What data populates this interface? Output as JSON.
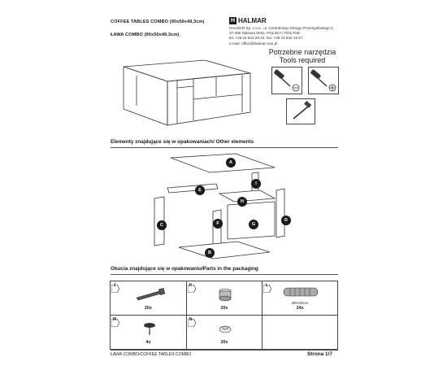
{
  "header": {
    "title_en": "COFFEE TABLES COMBO (90x50x49,3cm)",
    "title_pl": "ŁAWA COMBO (90x50x49,3cm)",
    "brand": "HALMAR",
    "brand_logo_letter": "H",
    "address_lines": [
      "HALMAR Sp. z o.o., ul. Centralnego Okręgu Przemysłowego 2,",
      "37-450 Stalowa Wola, POLSKA / POLAND",
      "tel. +48 15 843 28 10, fax: +48 15 842 19 57,",
      "e-mail: office@halmar.com.pl"
    ]
  },
  "tools": {
    "title_pl": "Potrzebne narzędzia",
    "title_en": "Tools required",
    "items": [
      {
        "icon": "flat-screwdriver-icon"
      },
      {
        "icon": "phillips-screwdriver-icon"
      },
      {
        "icon": "hammer-icon"
      }
    ]
  },
  "elements_section": {
    "title": "Elementy znajdujące się w opakowaniach/ Other elements",
    "labels": [
      "A",
      "B",
      "C",
      "D",
      "E",
      "F",
      "G",
      "H",
      "I"
    ]
  },
  "parts_section": {
    "title": "Okucia znajdujące się w opakowaniu/Parts in the packaging",
    "parts": [
      {
        "letter": "J",
        "qty": "20x",
        "icon": "cam-bolt-icon"
      },
      {
        "letter": "K",
        "qty": "20x",
        "icon": "cam-lock-icon"
      },
      {
        "letter": "L",
        "qty": "24x",
        "spec": "Ø8x35mm",
        "icon": "wooden-dowel-icon"
      },
      {
        "letter": "M",
        "qty": "4x",
        "icon": "nail-glide-icon"
      },
      {
        "letter": "N",
        "qty": "20x",
        "icon": "cover-cap-icon"
      }
    ]
  },
  "footer": {
    "left": "ŁAWA COMBO/COFFEE TABLES COMBO",
    "page": "Strona 1/7"
  }
}
